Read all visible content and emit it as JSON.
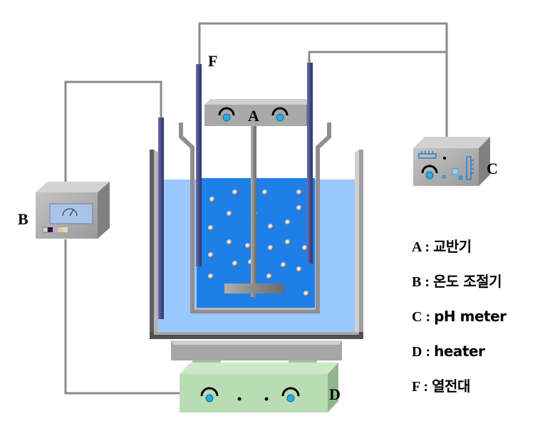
{
  "labels": {
    "A": "A",
    "B": "B",
    "C": "C",
    "D": "D",
    "F": "F"
  },
  "legend": [
    {
      "key": "A :",
      "text": "교반기"
    },
    {
      "key": "B :",
      "text": "온도 조절기"
    },
    {
      "key": "C :",
      "text": "pH meter"
    },
    {
      "key": "D :",
      "text": "heater"
    },
    {
      "key": "F :",
      "text": "열전대"
    }
  ],
  "colors": {
    "wire": "#8a8a8a",
    "bath_water": "#99c9ff",
    "beaker_liquid": "#1f7fe8",
    "probe": "#4a4e8a",
    "device_gray": "#a9a9a9",
    "heater_green": "#b9dcb5"
  }
}
